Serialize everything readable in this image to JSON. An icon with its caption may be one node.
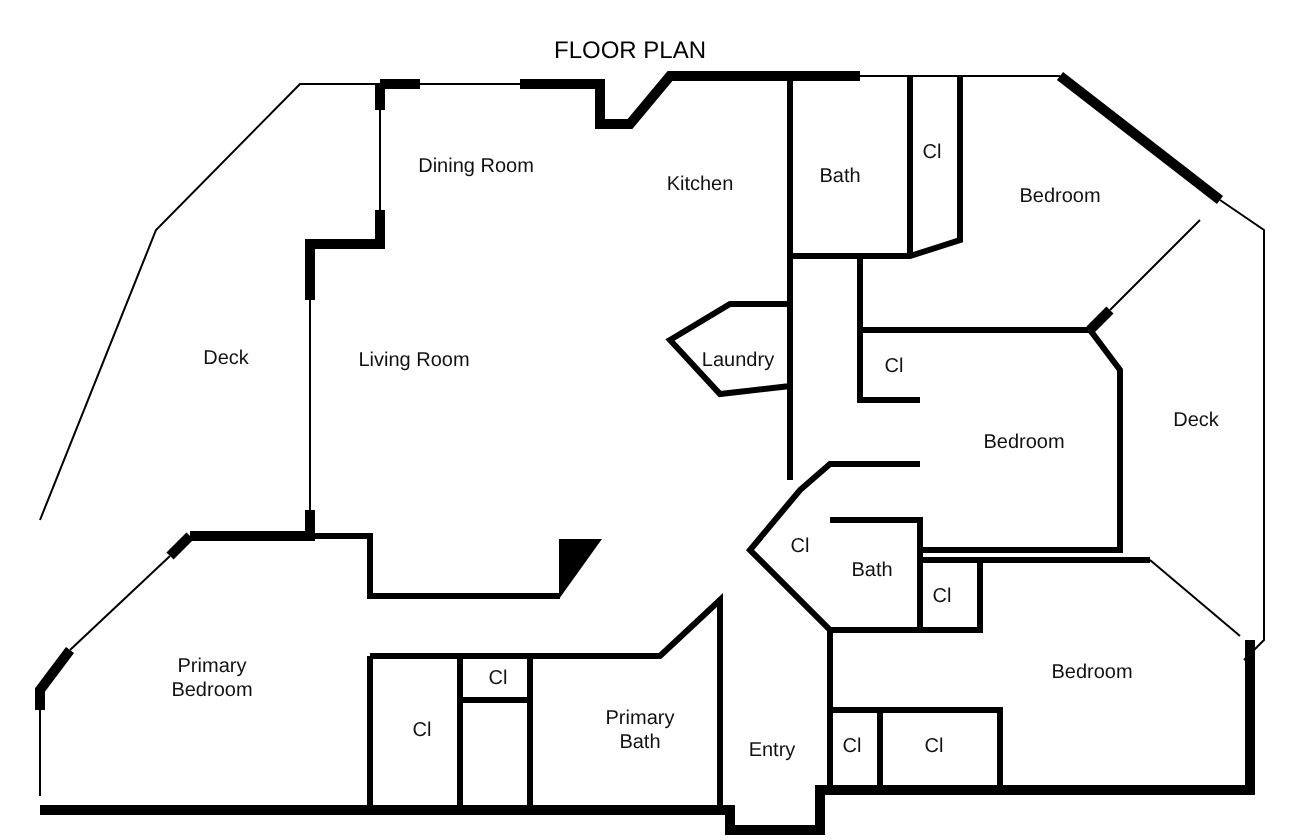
{
  "diagram": {
    "title": "FLOOR PLAN",
    "nodes": [
      {
        "text": [
          "Bath"
        ]
      },
      {
        "text": [
          "Cl"
        ]
      },
      {
        "text": [
          "Dining Room"
        ]
      },
      {
        "text": [
          "Kitchen"
        ]
      },
      {
        "text": [
          "Bedroom"
        ]
      },
      {
        "text": [
          "Deck"
        ]
      },
      {
        "text": [
          "Living Room"
        ]
      },
      {
        "text": [
          "Laundry"
        ]
      },
      {
        "text": [
          "Cl"
        ]
      },
      {
        "text": [
          "Deck"
        ]
      },
      {
        "text": [
          "Bedroom"
        ]
      },
      {
        "text": [
          "Cl"
        ]
      },
      {
        "text": [
          "Bath"
        ]
      },
      {
        "text": [
          "Cl"
        ]
      },
      {
        "text": [
          "Bedroom"
        ]
      },
      {
        "text": [
          "Primary Bedroom"
        ]
      },
      {
        "text": [
          "Cl"
        ]
      },
      {
        "text": [
          "Cl"
        ]
      },
      {
        "text": [
          "Primary Bath"
        ]
      },
      {
        "text": [
          "Entry"
        ]
      },
      {
        "text": [
          "Cl"
        ]
      },
      {
        "text": [
          "Cl"
        ]
      }
    ]
  }
}
